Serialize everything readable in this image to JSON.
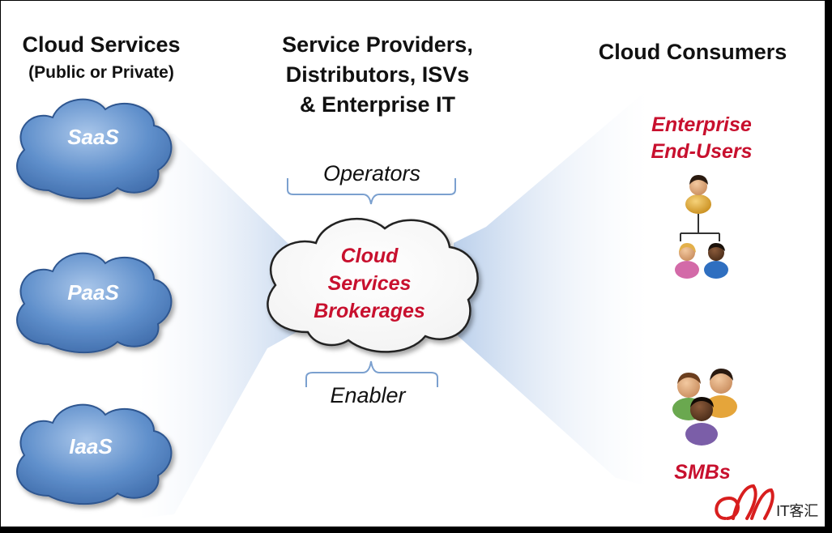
{
  "left_column": {
    "title": "Cloud Services",
    "subtitle": "(Public or Private)",
    "clouds": [
      {
        "label": "SaaS"
      },
      {
        "label": "PaaS"
      },
      {
        "label": "IaaS"
      }
    ]
  },
  "middle_column": {
    "title_lines": [
      "Service Providers,",
      "Distributors, ISVs",
      "& Enterprise IT"
    ],
    "top_role": "Operators",
    "bottom_role": "Enabler",
    "broker_lines": [
      "Cloud",
      "Services",
      "Brokerages"
    ]
  },
  "right_column": {
    "title": "Cloud Consumers",
    "enterprise_lines": [
      "Enterprise",
      "End-Users"
    ],
    "smb_label": "SMBs"
  },
  "watermark": {
    "text": "IT客汇"
  },
  "colors": {
    "accent_red": "#c8102e",
    "cloud_blue": "#4a79b8",
    "cloud_blue_light": "#8fb2de",
    "bracket_blue": "#7ba0cf",
    "beam_blue": "#c9d9ef"
  },
  "icons": [
    "person-icon",
    "person-pink-icon",
    "person-blue-icon",
    "group-icon"
  ]
}
